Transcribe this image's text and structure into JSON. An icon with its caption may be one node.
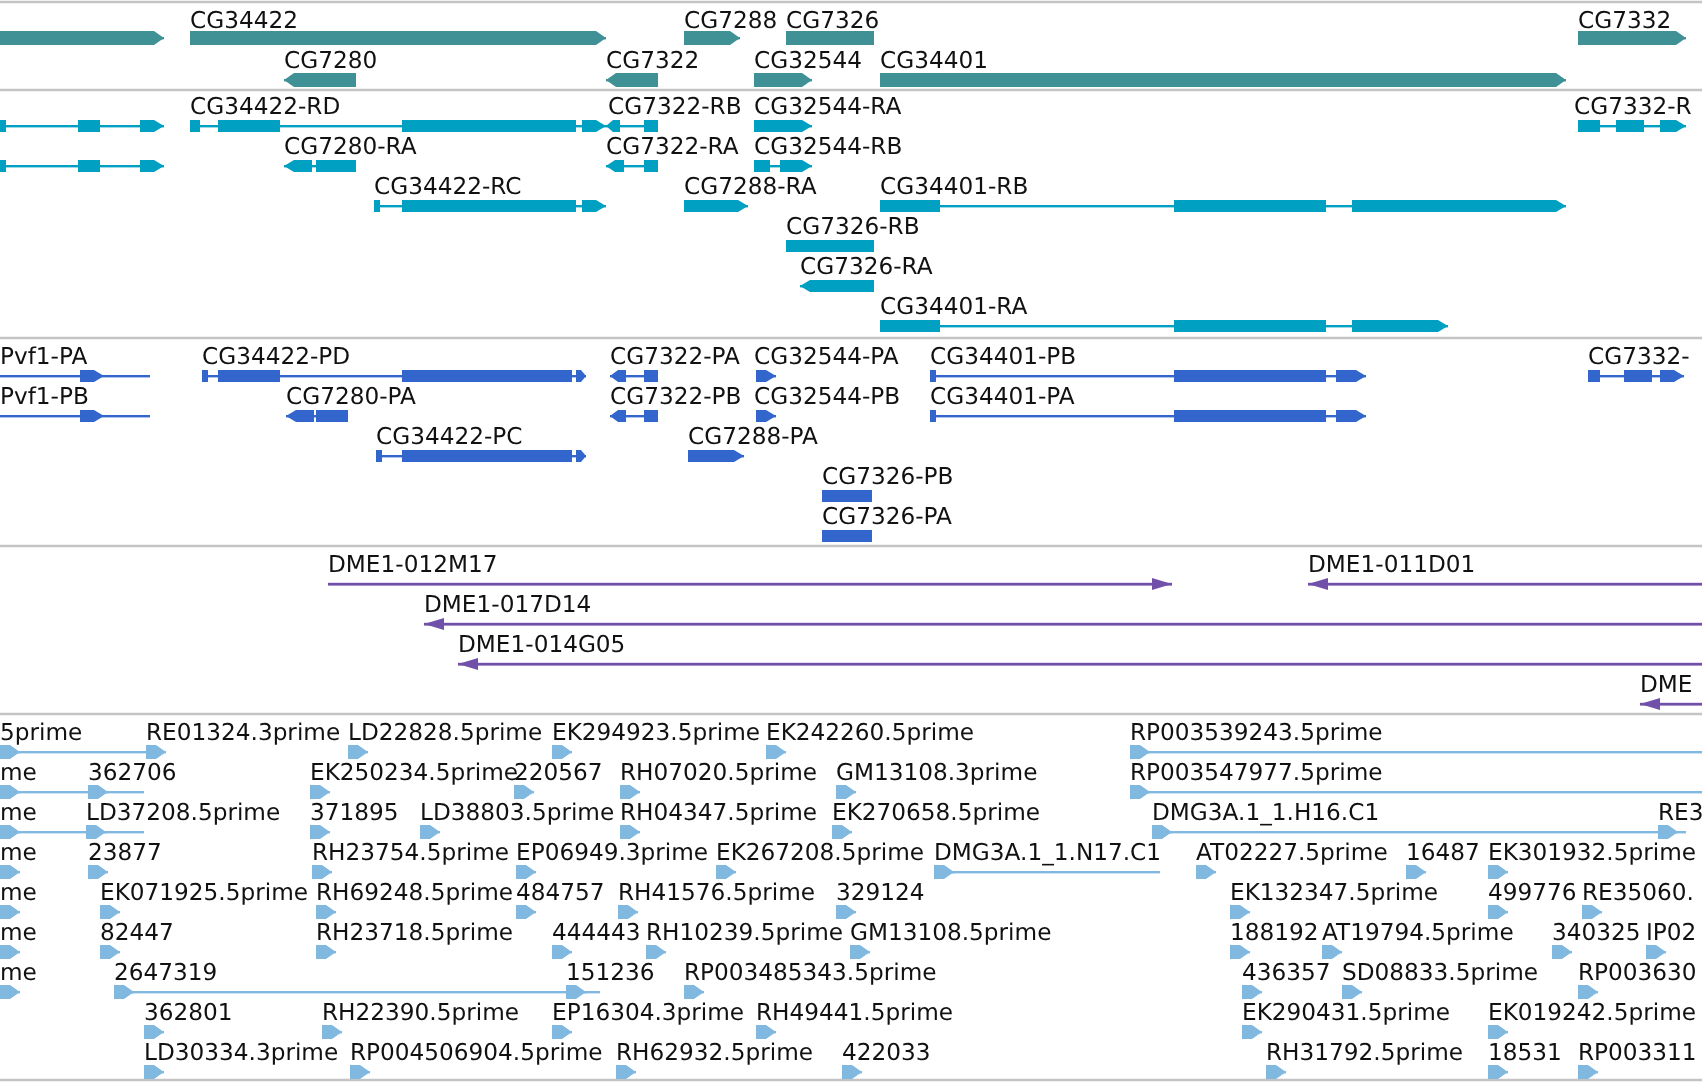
{
  "diagram": {
    "labels": [
      "CG34422",
      "CG7288",
      "CG7326",
      "CG7332",
      "CG7280",
      "CG7322",
      "CG32544",
      "CG34401",
      "CG34422-RD",
      "CG7322-RB",
      "CG32544-RA",
      "CG7332-R",
      "CG7280-RA",
      "CG7322-RA",
      "CG32544-RB",
      "CG34422-RC",
      "CG7288-RA",
      "CG34401-RB",
      "CG7326-RB",
      "CG7326-RA",
      "CG34401-RA",
      "Pvf1-PA",
      "CG34422-PD",
      "CG7322-PA",
      "CG32544-PA",
      "CG34401-PB",
      "CG7332-",
      "Pvf1-PB",
      "CG7280-PA",
      "CG7322-PB",
      "CG32544-PB",
      "CG34401-PA",
      "CG34422-PC",
      "CG7288-PA",
      "CG7326-PB",
      "CG7326-PA",
      "DME1-012M17",
      "DME1-011D01",
      "DME1-017D14",
      "DME1-014G05",
      "DME",
      "5prime",
      "RE01324.3prime",
      "LD22828.5prime",
      "EK294923.5prime",
      "EK242260.5prime",
      "RP003539243.5prime",
      "me",
      "362706",
      "EK250234.5prime",
      "220567",
      "RH07020.5prime",
      "GM13108.3prime",
      "RP003547977.5prime",
      "me",
      "LD37208.5prime",
      "371895",
      "LD38803.5prime",
      "RH04347.5prime",
      "EK270658.5prime",
      "DMG3A.1_1.H16.C1",
      "RE3",
      "me",
      "23877",
      "RH23754.5prime",
      "EP06949.3prime",
      "EK267208.5prime",
      "DMG3A.1_1.N17.C1",
      "AT02227.5prime",
      "16487",
      "EK301932.5prime",
      "me",
      "EK071925.5prime",
      "RH69248.5prime",
      "484757",
      "RH41576.5prime",
      "329124",
      "EK132347.5prime",
      "499776",
      "RE35060.",
      "me",
      "82447",
      "RH23718.5prime",
      "444443",
      "RH10239.5prime",
      "GM13108.5prime",
      "188192",
      "AT19794.5prime",
      "340325",
      "IP02",
      "me",
      "2647319",
      "151236",
      "RP003485343.5prime",
      "436357",
      "SD08833.5prime",
      "RP003630",
      "362801",
      "RH22390.5prime",
      "EP16304.3prime",
      "RH49441.5prime",
      "EK290431.5prime",
      "EK019242.5prime",
      "LD30334.3prime",
      "RP004506904.5prime",
      "RH62932.5prime",
      "422033",
      "RH31792.5prime",
      "18531",
      "RP003311"
    ]
  }
}
